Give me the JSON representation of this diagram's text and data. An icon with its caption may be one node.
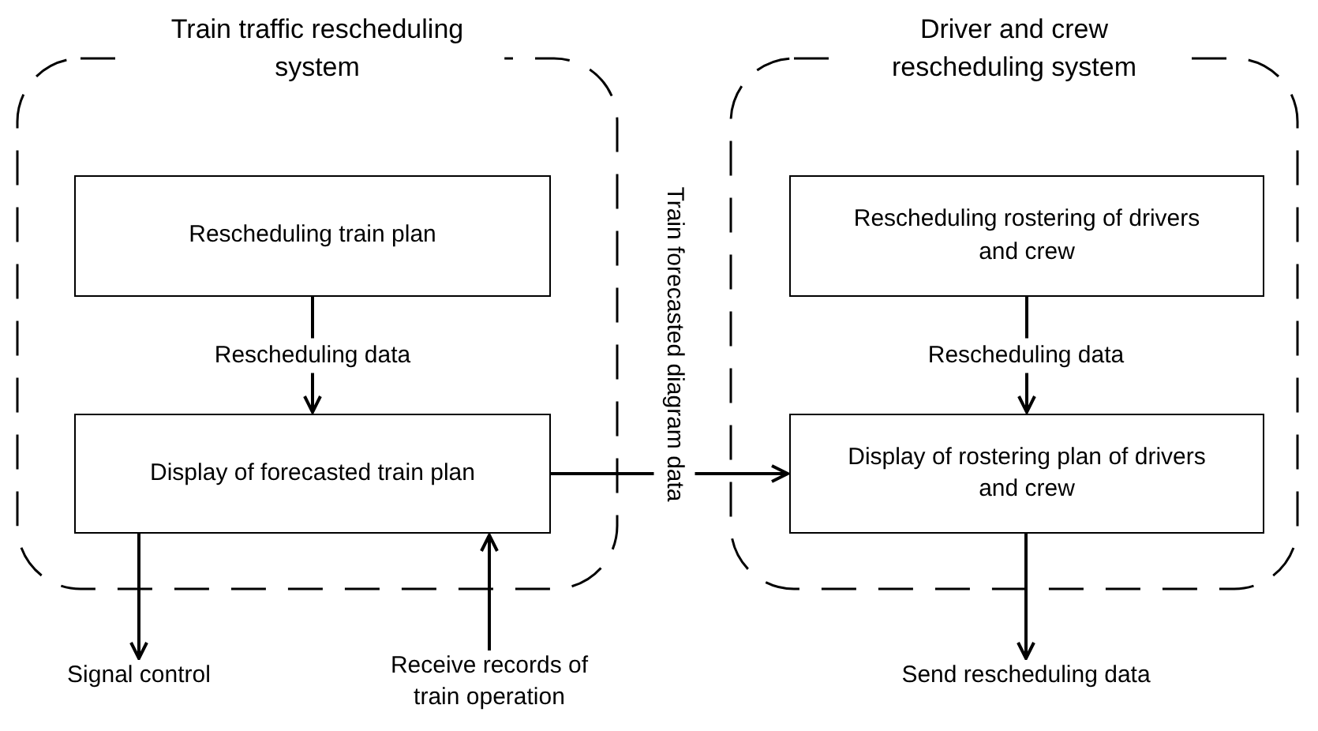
{
  "diagram": {
    "nodes": [
      {
        "text": [
          "Train traffic rescheduling system"
        ]
      },
      {
        "text": [
          "Rescheduling train plan"
        ],
        "in": 0
      },
      {
        "text": [
          "Display of forecasted train plan"
        ],
        "in": 0
      },
      {
        "text": [
          "Driver and crew rescheduling system"
        ]
      },
      {
        "text": [
          "Rescheduling rostering of drivers and crew"
        ],
        "in": 3
      },
      {
        "text": [
          "Display of rostering plan of drivers and crew"
        ],
        "in": 3
      },
      {
        "text": [
          "Signal control"
        ]
      },
      {
        "text": [
          "Receive records of train operation"
        ]
      },
      {
        "text": [
          "Send rescheduling data"
        ]
      }
    ],
    "edges": [
      {
        "from": 1,
        "to": 2,
        "arrow": "to",
        "label": "Rescheduling data"
      },
      {
        "from": 4,
        "to": 5,
        "arrow": "to",
        "label": "Rescheduling data"
      },
      {
        "from": 2,
        "to": 5,
        "arrow": "to",
        "label": "Train forecasted diagram data"
      },
      {
        "from": 2,
        "to": 6,
        "arrow": "to"
      },
      {
        "from": 7,
        "to": 2,
        "arrow": "to"
      },
      {
        "from": 5,
        "to": 8,
        "arrow": "to"
      }
    ]
  }
}
